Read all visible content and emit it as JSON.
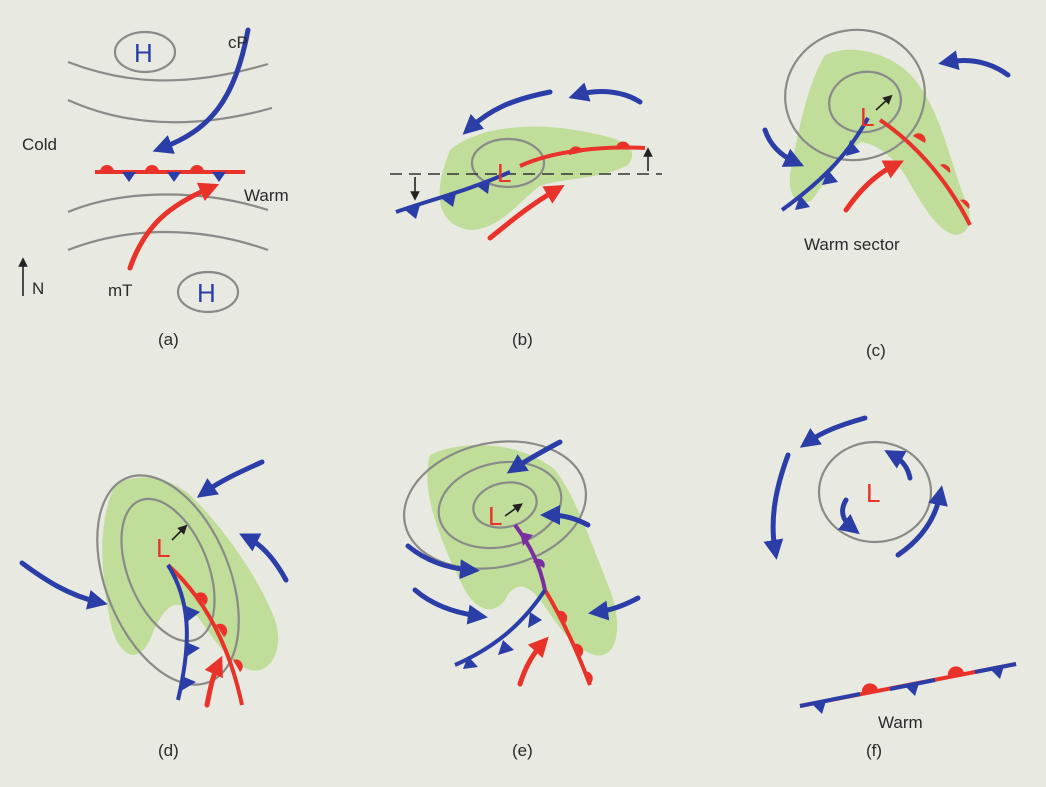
{
  "panels": [
    {
      "caption": "(a)",
      "labels": {
        "high_top": "H",
        "high_bottom": "H",
        "cold": "Cold",
        "warm": "Warm",
        "cp": "cP",
        "mt": "mT",
        "north": "N"
      }
    },
    {
      "caption": "(b)",
      "labels": {
        "low": "L"
      }
    },
    {
      "caption": "(c)",
      "labels": {
        "low": "L",
        "warm_sector": "Warm sector"
      }
    },
    {
      "caption": "(d)",
      "labels": {
        "low": "L"
      }
    },
    {
      "caption": "(e)",
      "labels": {
        "low": "L"
      }
    },
    {
      "caption": "(f)",
      "labels": {
        "low": "L",
        "warm": "Warm"
      }
    }
  ],
  "colors": {
    "background": "#e8e9e0",
    "cold_air_arrow": "#2b3ea8",
    "warm_air_arrow": "#e8322a",
    "occluded_front": "#7a2fa0",
    "precip_shading": "#b9dc8c",
    "isobar": "#8a8a88",
    "high_label": "#2b3ea8",
    "low_label": "#e8322a"
  }
}
